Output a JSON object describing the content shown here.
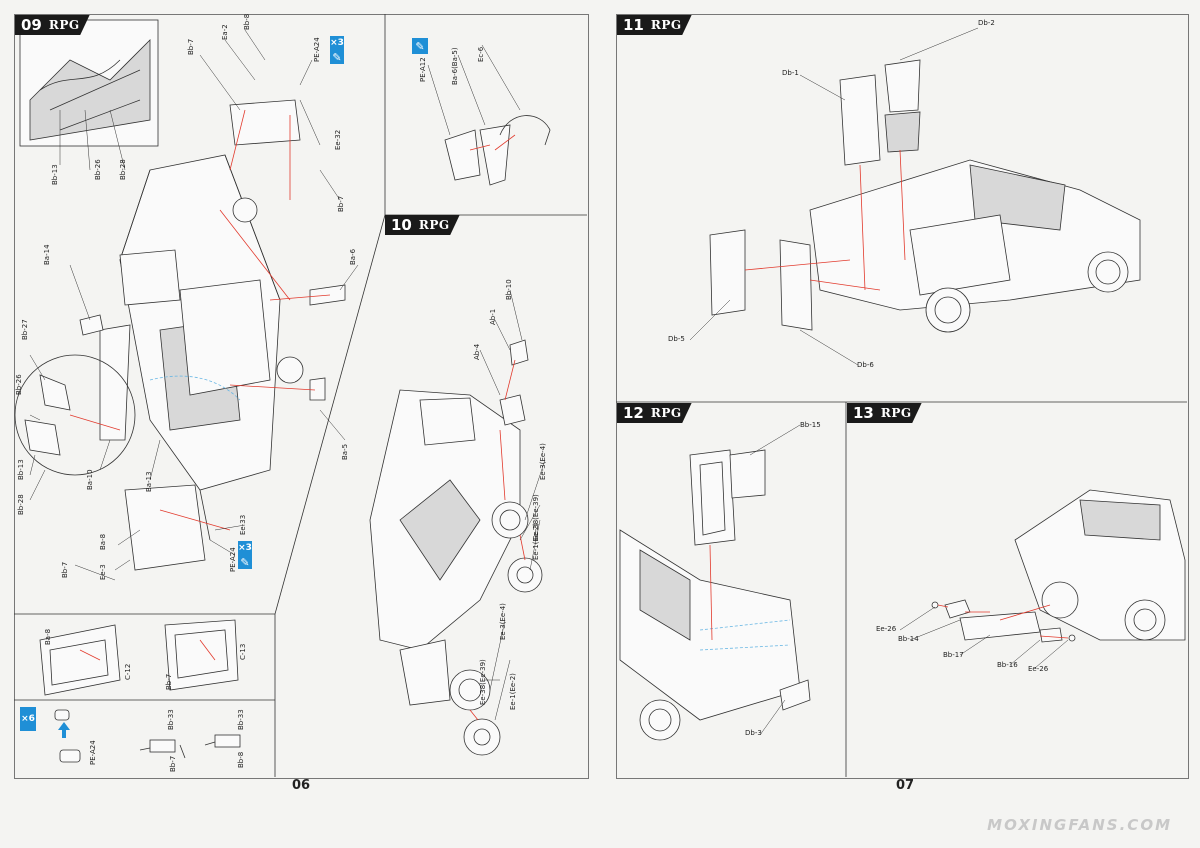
{
  "brand": "RPG",
  "pages": {
    "left": "06",
    "right": "07"
  },
  "watermark": "MOXINGFANS.COM",
  "steps": {
    "s09": {
      "number": "09"
    },
    "s10": {
      "number": "10"
    },
    "s11": {
      "number": "11"
    },
    "s12": {
      "number": "12"
    },
    "s13": {
      "number": "13"
    }
  },
  "badges": {
    "x3_top": "×3",
    "x3_bottom": "×3",
    "x6": "×6",
    "pe_mark": "✎"
  },
  "labels09": {
    "bb7_top": "Bb-7",
    "ea2": "Ea-2",
    "bb8_top": "Bb-8",
    "pea24_top": "PE-A24",
    "ee32": "Ee-32",
    "bb7_right": "Bb-7",
    "bb13": "Bb-13",
    "bb26_top": "Bb-26",
    "bb28_top": "Bb-28",
    "ba14": "Ba-14",
    "ba6": "Ba-6",
    "bb27": "Bb-27",
    "bb26_left": "Bb-26",
    "bb13_left": "Bb-13",
    "bb28_left": "Bb-28",
    "ba10": "Ba-10",
    "ba13": "Ba-13",
    "ba5": "Ba-5",
    "ba8": "Ba-8",
    "ee3": "Ee-3",
    "bb7_bottom": "Bb-7",
    "pea24_bottom": "PE-A24",
    "ee33": "Ee-33"
  },
  "labelsSub": {
    "ba8": "Ba-8",
    "c12": "C-12",
    "bb7": "Bb-7",
    "c13": "C-13",
    "pea24": "PE-A24",
    "bb33_a": "Bb-33",
    "bb7_b": "Bb-7",
    "bb33_b": "Bb-33",
    "bb8": "Bb-8"
  },
  "labelsTop": {
    "pea12": "PE-A12",
    "ba6ba5": "Ba-6(Ba-5)",
    "ec6": "Ec-6"
  },
  "labels10": {
    "bb10": "Bb-10",
    "ab1": "Ab-1",
    "ab4": "Ab-4",
    "ee3ee4_a": "Ee-3(Ee-4)",
    "ee38ee39_a": "Ee-38(Ee-39)",
    "ee1ee2_a": "Ee-1(Ee-2)",
    "ee3ee4_b": "Ee-3(Ee-4)",
    "ee38ee39_b": "Ee-38(Ee-39)",
    "ee1ee2_b": "Ee-1(Ee-2)"
  },
  "labels11": {
    "db1": "Db-1",
    "db2": "Db-2",
    "db5": "Db-5",
    "db6": "Db-6"
  },
  "labels12": {
    "bb15": "Bb-15",
    "db3": "Db-3"
  },
  "labels13": {
    "ee26_a": "Ee-26",
    "bb14": "Bb-14",
    "bb17": "Bb-17",
    "bb16": "Bb-16",
    "ee26_b": "Ee-26"
  }
}
